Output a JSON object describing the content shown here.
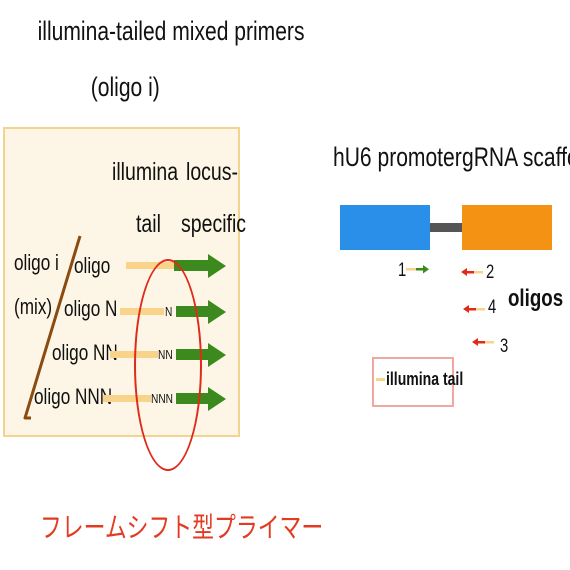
{
  "left_panel": {
    "title_line1": "illumina-tailed mixed primers",
    "title_line2": "(oligo i)",
    "header_illumina": "illumina",
    "header_tail": "tail",
    "header_locus": "locus-",
    "header_specific": "specific",
    "group_label_line1": "oligo i",
    "group_label_line2": "(mix)",
    "oligos": [
      {
        "label": "oligo",
        "insert": ""
      },
      {
        "label": "oligo N",
        "insert": "N"
      },
      {
        "label": "oligo NN",
        "insert": "NN"
      },
      {
        "label": "oligo NNN",
        "insert": "NNN"
      }
    ],
    "caption": "フレームシフト型プライマー"
  },
  "right_panel": {
    "promoter_label": "hU6 promoter",
    "scaffold_label": "gRNA scaffold",
    "oligo_labels": [
      "1",
      "2",
      "4",
      "3"
    ],
    "oligos_word": "oligos",
    "legend_text": "illumina tail"
  },
  "colors": {
    "illumina_tail": "#f9d38a",
    "locus_specific": "#3c8a1e",
    "promoter": "#2a8fe8",
    "scaffold": "#f49313",
    "reverse_primer": "#e02a1a",
    "caption": "#e23b22"
  }
}
